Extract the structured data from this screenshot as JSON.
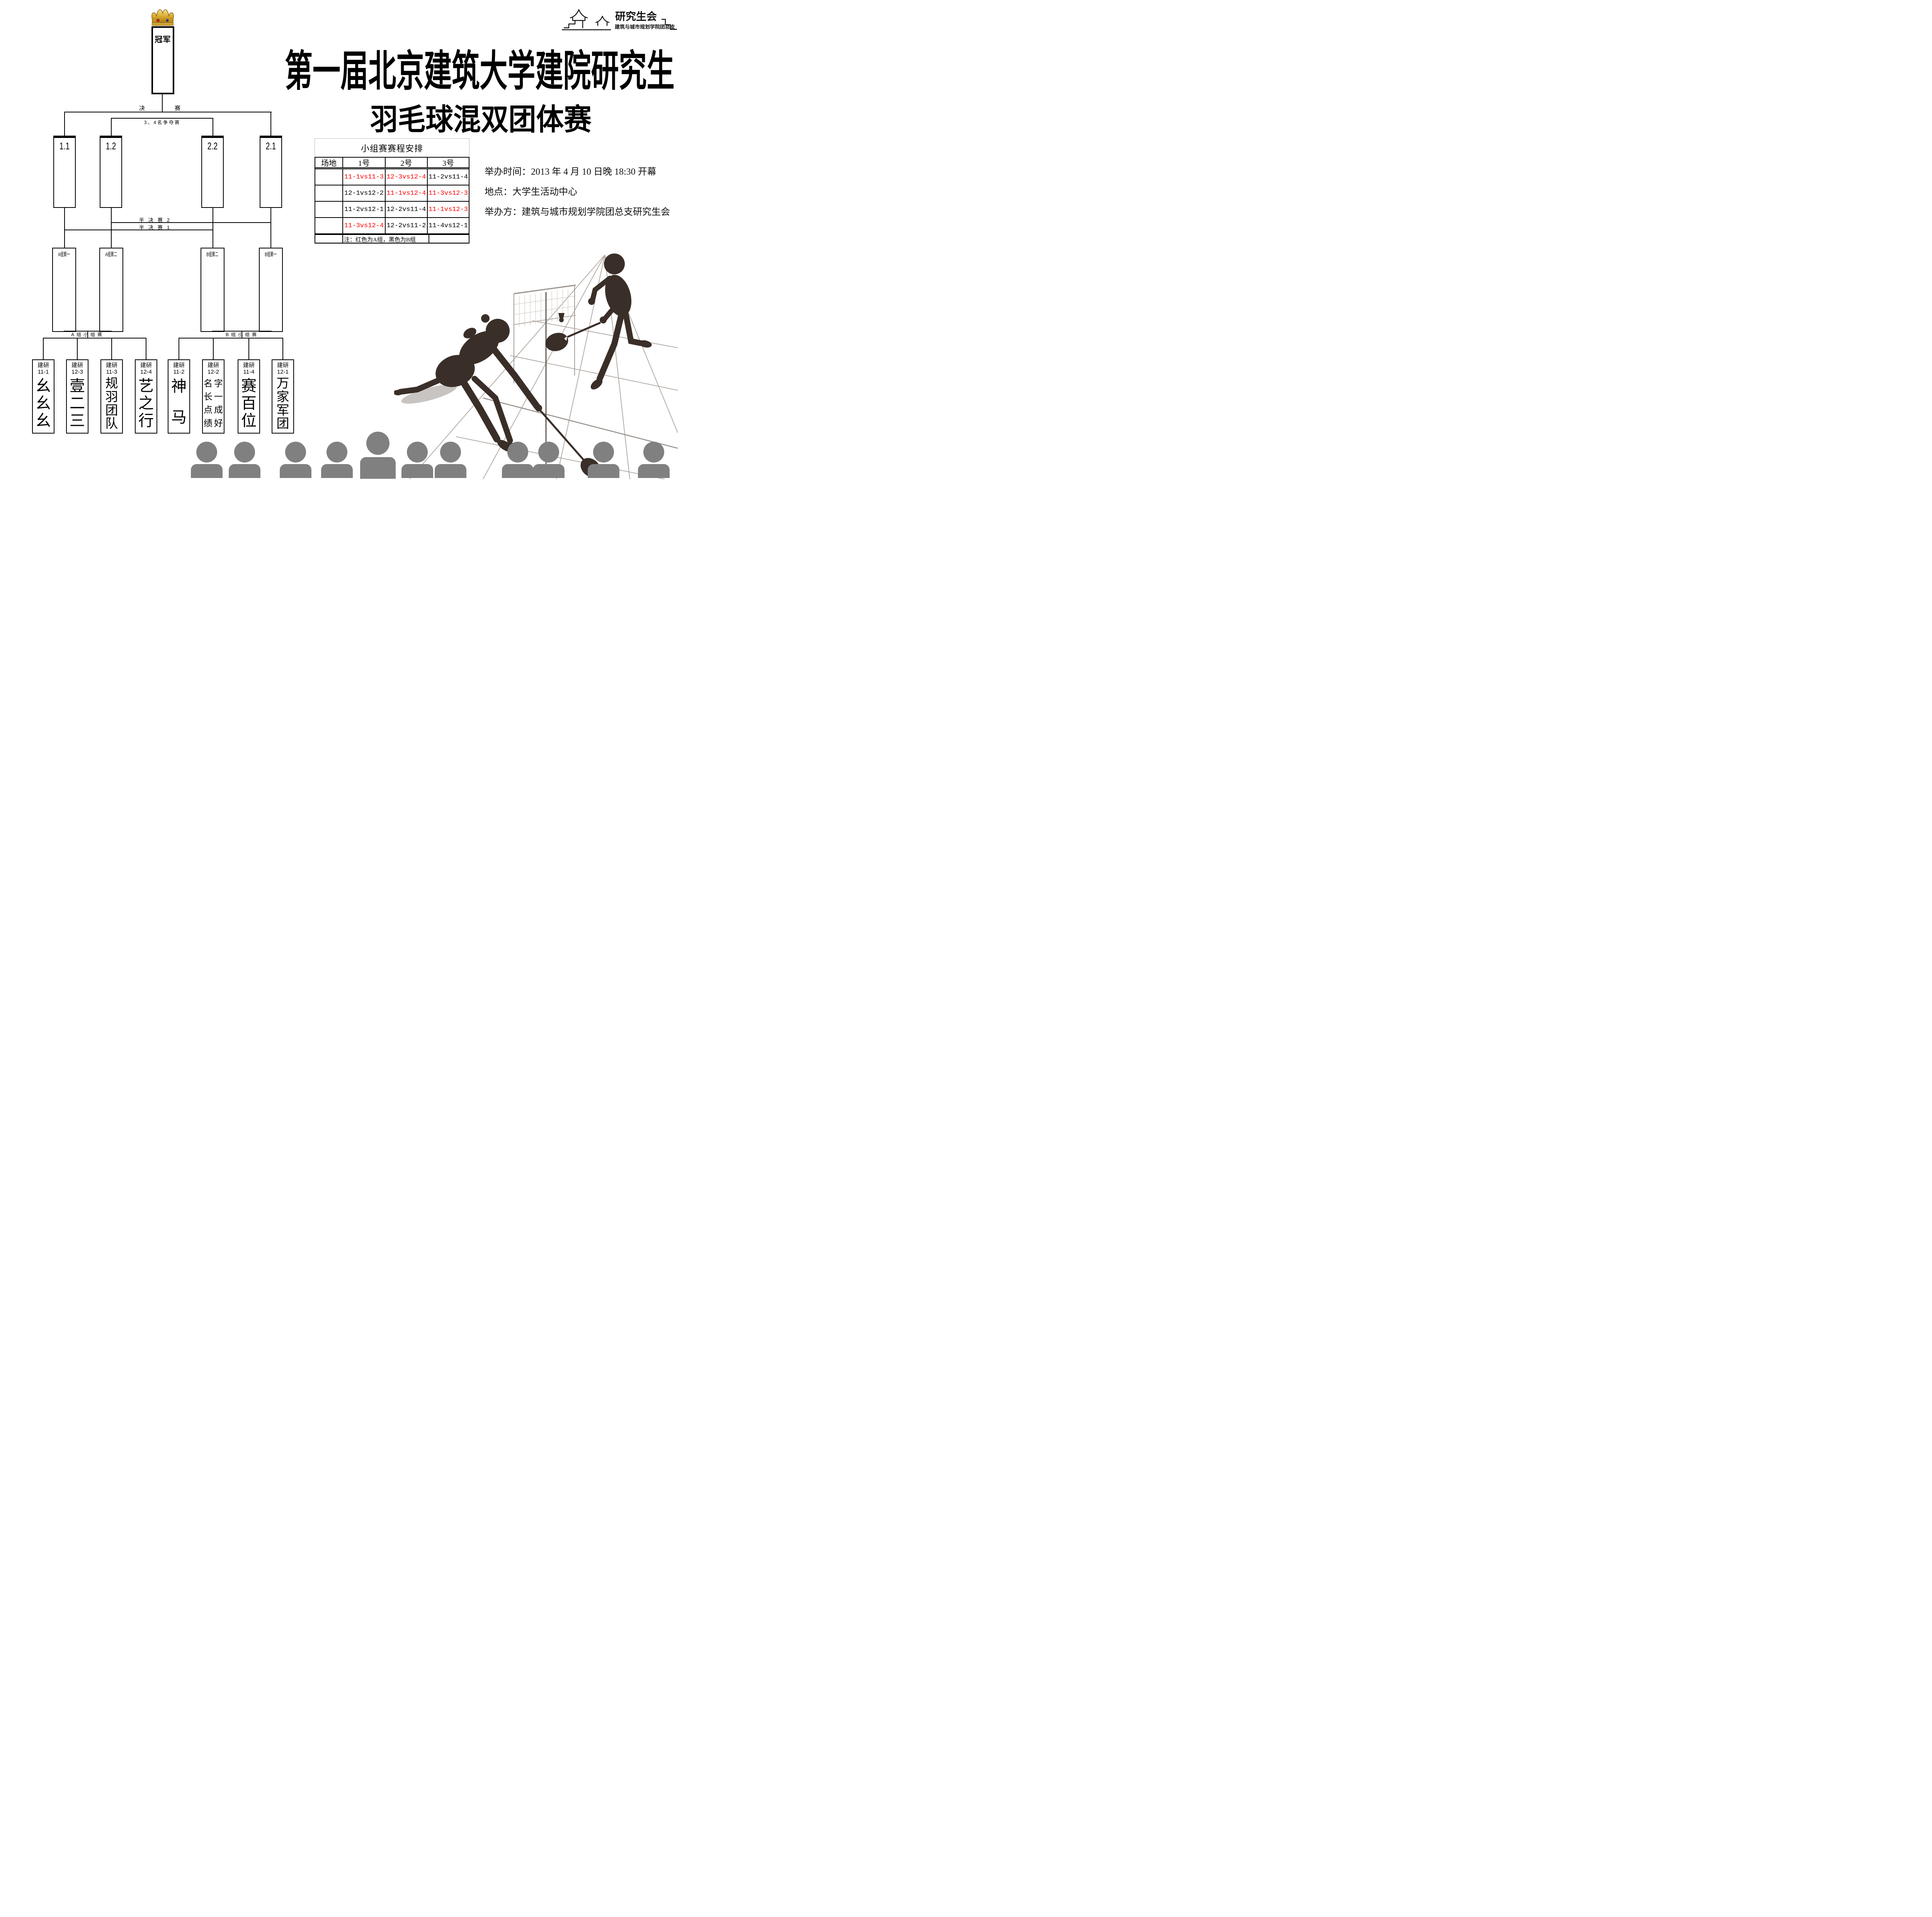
{
  "logo": {
    "org": "研究生会",
    "branch": "建筑与城市规划学院团总支"
  },
  "title": {
    "line1": "第一届北京建筑大学建院研究生",
    "line2": "羽毛球混双团体赛"
  },
  "info": [
    "举办时间：2013 年 4 月 10 日晚 18:30 开幕",
    "地点：大学生活动中心",
    "举办方：建筑与城市规划学院团总支研究生会"
  ],
  "schedule": {
    "title": "小组赛赛程安排",
    "cols": [
      "场地",
      "1号",
      "2号",
      "3号"
    ],
    "rows": [
      [
        {
          "t": "11-1vs11-3",
          "g": "A"
        },
        {
          "t": "12-3vs12-4",
          "g": "A"
        },
        {
          "t": "11-2vs11-4",
          "g": "B"
        }
      ],
      [
        {
          "t": "12-1vs12-2",
          "g": "B"
        },
        {
          "t": "11-1vs12-4",
          "g": "A"
        },
        {
          "t": "11-3vs12-3",
          "g": "A"
        }
      ],
      [
        {
          "t": "11-2vs12-1",
          "g": "B"
        },
        {
          "t": "12-2vs11-4",
          "g": "B"
        },
        {
          "t": "11-1vs12-3",
          "g": "A"
        }
      ],
      [
        {
          "t": "11-3vs12-4",
          "g": "A"
        },
        {
          "t": "12-2vs11-2",
          "g": "B"
        },
        {
          "t": "11-4vs12-1",
          "g": "B"
        }
      ]
    ],
    "note": "注：红色为A组，黑色为B组",
    "group_a_color": "#ff0000",
    "group_b_color": "#000000"
  },
  "bracket": {
    "champion": "冠军",
    "final_left": "决",
    "final_right": "赛",
    "third_place": "3、4名争夺赛",
    "semi2": "半决赛2",
    "semi1": "半决赛1",
    "slots": [
      "1.1",
      "1.2",
      "2.2",
      "2.1"
    ],
    "quals": [
      "A组第一",
      "A组第二",
      "B组第二",
      "B组第一"
    ],
    "group_a": "A组小组赛",
    "group_b": "B组小组赛",
    "teams": [
      {
        "d": "建研",
        "c": "11-1",
        "n": "幺幺幺"
      },
      {
        "d": "建研",
        "c": "12-3",
        "n": "壹二三"
      },
      {
        "d": "建研",
        "c": "11-3",
        "n": "规羽团队"
      },
      {
        "d": "建研",
        "c": "12-4",
        "n": "艺之行"
      },
      {
        "d": "建研",
        "c": "11-2",
        "n": "神马"
      },
      {
        "d": "建研",
        "c": "12-2",
        "n": "名字长一点成绩好"
      },
      {
        "d": "建研",
        "c": "11-4",
        "n": "赛百位"
      },
      {
        "d": "建研",
        "c": "12-1",
        "n": "万家军团"
      }
    ]
  }
}
